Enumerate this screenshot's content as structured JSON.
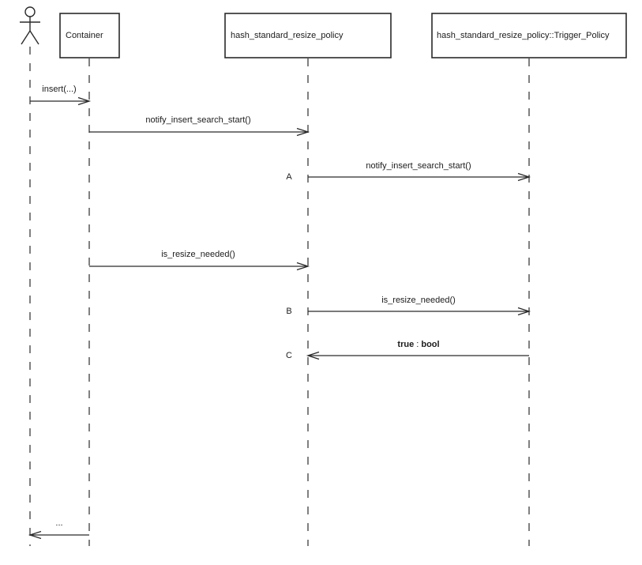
{
  "diagram": {
    "kind": "uml-sequence-diagram",
    "colors": {
      "background": "#ffffff",
      "ink": "#1c1c1c"
    },
    "actor": {
      "role": "actor",
      "shape": "stick-figure"
    },
    "participants": [
      {
        "label": "Container"
      },
      {
        "label": "hash_standard_resize_policy"
      },
      {
        "label": "hash_standard_resize_policy::Trigger_Policy"
      }
    ],
    "messages": [
      {
        "label": "insert(...)",
        "from": "actor",
        "to": "Container",
        "kind": "call"
      },
      {
        "label": "notify_insert_search_start()",
        "from": "Container",
        "to": "hash_standard_resize_policy",
        "kind": "call"
      },
      {
        "letter": "A",
        "label": "notify_insert_search_start()",
        "from": "hash_standard_resize_policy",
        "to": "hash_standard_resize_policy::Trigger_Policy",
        "kind": "call"
      },
      {
        "label": "is_resize_needed()",
        "from": "Container",
        "to": "hash_standard_resize_policy",
        "kind": "call"
      },
      {
        "letter": "B",
        "label": "is_resize_needed()",
        "from": "hash_standard_resize_policy",
        "to": "hash_standard_resize_policy::Trigger_Policy",
        "kind": "call"
      },
      {
        "letter": "C",
        "value": "true",
        "separator": " : ",
        "return_type": "bool",
        "from": "hash_standard_resize_policy::Trigger_Policy",
        "to": "hash_standard_resize_policy",
        "kind": "return"
      },
      {
        "label": "...",
        "from": "Container",
        "to": "actor",
        "kind": "return"
      }
    ]
  }
}
